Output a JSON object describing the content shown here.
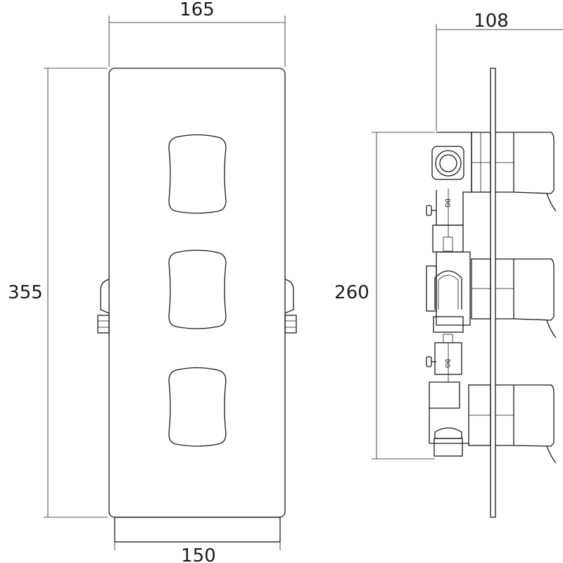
{
  "dimensions": {
    "front_width": "165",
    "front_height": "355",
    "backbox_width": "150",
    "side_depth": "108",
    "side_height": "260"
  },
  "valve_marking": "BG",
  "colors": {
    "line": "#1a1a1a",
    "background": "#ffffff"
  }
}
